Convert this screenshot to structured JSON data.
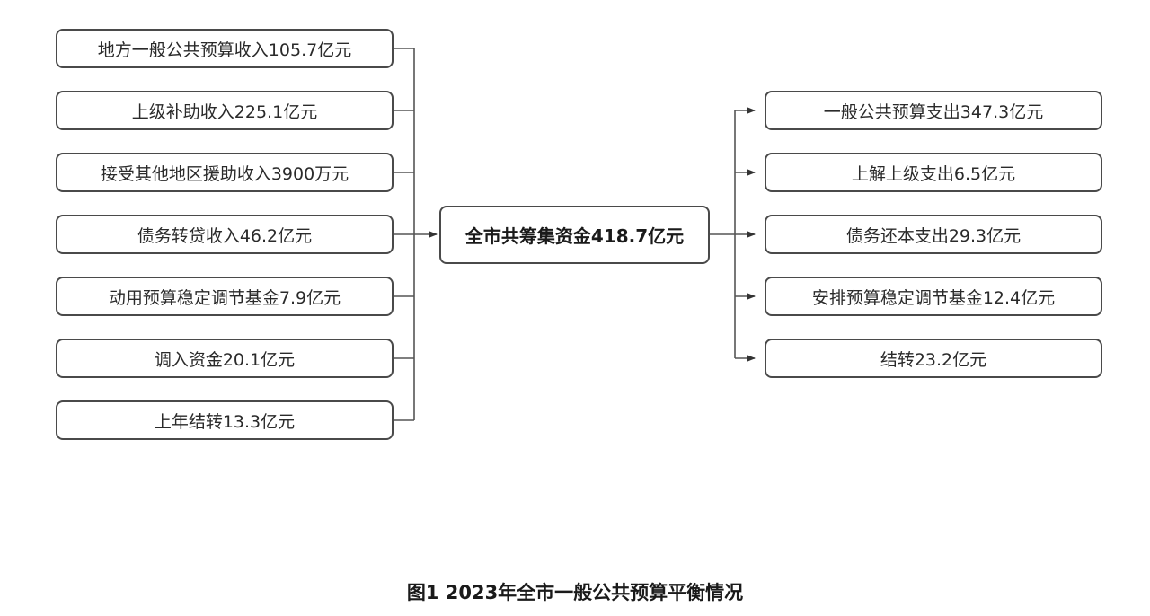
{
  "diagram": {
    "sources": [
      "地方一般公共预算收入105.7亿元",
      "上级补助收入225.1亿元",
      "接受其他地区援助收入3900万元",
      "债务转贷收入46.2亿元",
      "动用预算稳定调节基金7.9亿元",
      "调入资金20.1亿元",
      "上年结转13.3亿元"
    ],
    "center": "全市共筹集资金418.7亿元",
    "uses": [
      "一般公共预算支出347.3亿元",
      "上解上级支出6.5亿元",
      "债务还本支出29.3亿元",
      "安排预算稳定调节基金12.4亿元",
      "结转23.2亿元"
    ]
  },
  "caption": "图1  2023年全市一般公共预算平衡情况"
}
